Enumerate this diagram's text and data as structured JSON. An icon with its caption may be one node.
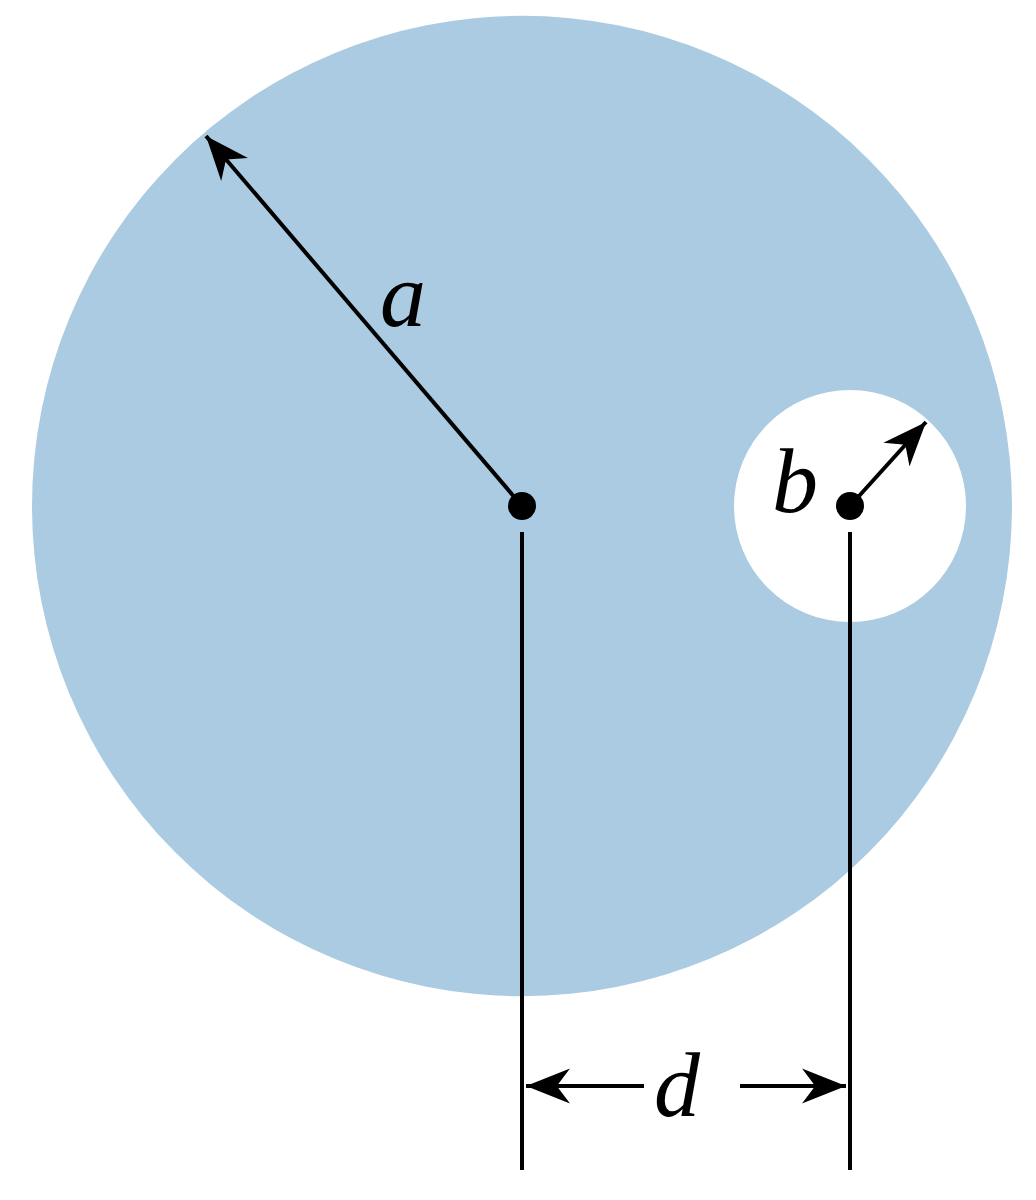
{
  "diagram": {
    "labels": [
      "a",
      "b",
      "d"
    ]
  }
}
